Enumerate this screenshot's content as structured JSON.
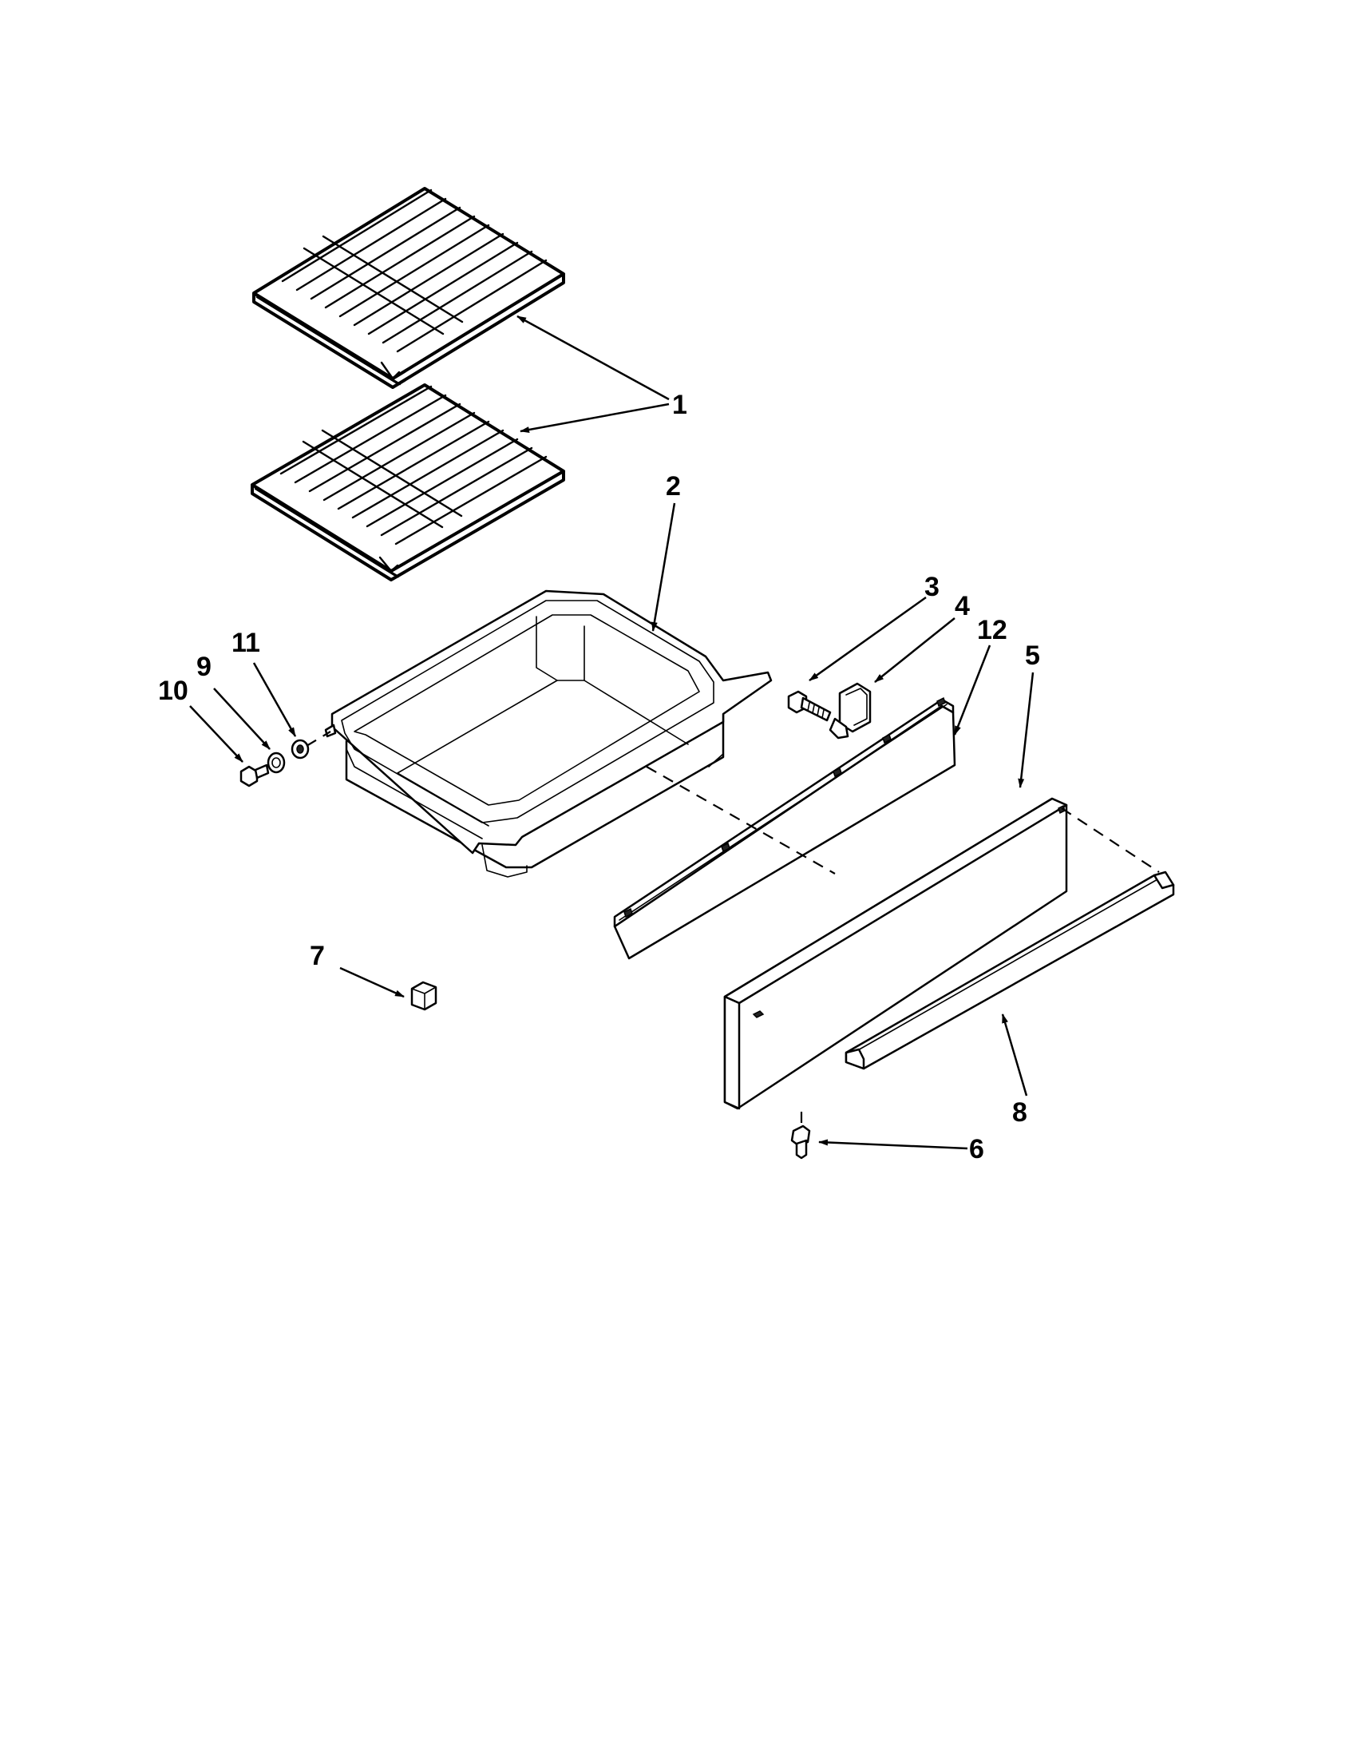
{
  "callouts": [
    {
      "label": "1"
    },
    {
      "label": "2"
    },
    {
      "label": "3"
    },
    {
      "label": "4"
    },
    {
      "label": "12"
    },
    {
      "label": "5"
    },
    {
      "label": "11"
    },
    {
      "label": "9"
    },
    {
      "label": "10"
    },
    {
      "label": "7"
    },
    {
      "label": "8"
    },
    {
      "label": "6"
    }
  ]
}
